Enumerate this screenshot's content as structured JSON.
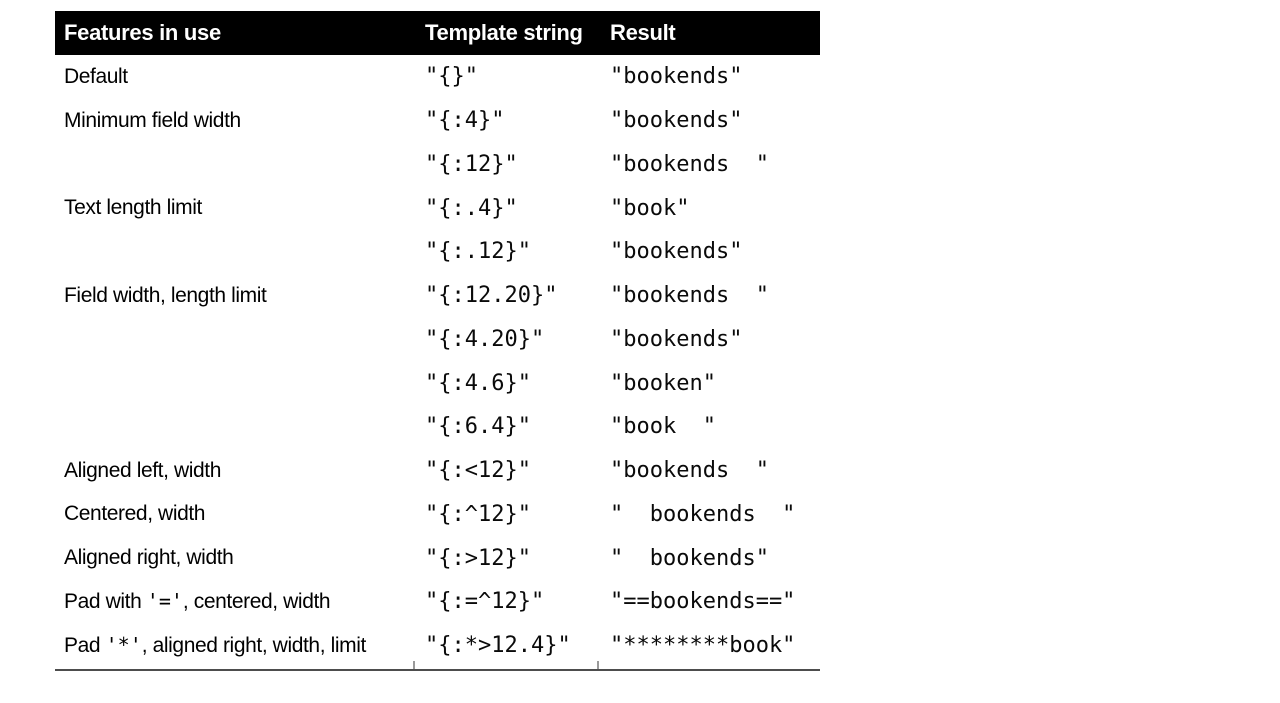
{
  "table": {
    "columns": [
      "Features in use",
      "Template string",
      "Result"
    ],
    "rows": [
      {
        "feature": "Default",
        "template": "\"{}\"",
        "result": "\"bookends\""
      },
      {
        "feature": "Minimum field width",
        "template": "\"{:4}\"",
        "result": "\"bookends\""
      },
      {
        "feature": "",
        "template": "\"{:12}\"",
        "result": "\"bookends  \""
      },
      {
        "feature": "Text length limit",
        "template": "\"{:.4}\"",
        "result": "\"book\""
      },
      {
        "feature": "",
        "template": "\"{:.12}\"",
        "result": "\"bookends\""
      },
      {
        "feature": "Field width, length limit",
        "template": "\"{:12.20}\"",
        "result": "\"bookends  \""
      },
      {
        "feature": "",
        "template": "\"{:4.20}\"",
        "result": "\"bookends\""
      },
      {
        "feature": "",
        "template": "\"{:4.6}\"",
        "result": "\"booken\""
      },
      {
        "feature": "",
        "template": "\"{:6.4}\"",
        "result": "\"book  \""
      },
      {
        "feature": "Aligned left, width",
        "template": "\"{:<12}\"",
        "result": "\"bookends  \""
      },
      {
        "feature": "Centered, width",
        "template": "\"{:^12}\"",
        "result": "\"  bookends  \""
      },
      {
        "feature": "Aligned right, width",
        "template": "\"{:>12}\"",
        "result": "\"  bookends\""
      },
      {
        "feature": "Pad with '=', centered, width",
        "feature_parts": [
          {
            "t": "Pad with ",
            "mono": false
          },
          {
            "t": "'='",
            "mono": true
          },
          {
            "t": ", centered, width",
            "mono": false
          }
        ],
        "template": "\"{:=^12}\"",
        "result": "\"==bookends==\""
      },
      {
        "feature": "Pad '*', aligned right, width, limit",
        "feature_parts": [
          {
            "t": "Pad ",
            "mono": false
          },
          {
            "t": "'*'",
            "mono": true
          },
          {
            "t": ", aligned right, width, limit",
            "mono": false
          }
        ],
        "template": "\"{:*>12.4}\"",
        "result": "\"********book\""
      }
    ],
    "colors": {
      "header_bg": "#000000",
      "header_text": "#ffffff",
      "body_text": "#000000",
      "bottom_rule": "#4d4d4d",
      "divider_tick": "#9a9a9a"
    }
  }
}
